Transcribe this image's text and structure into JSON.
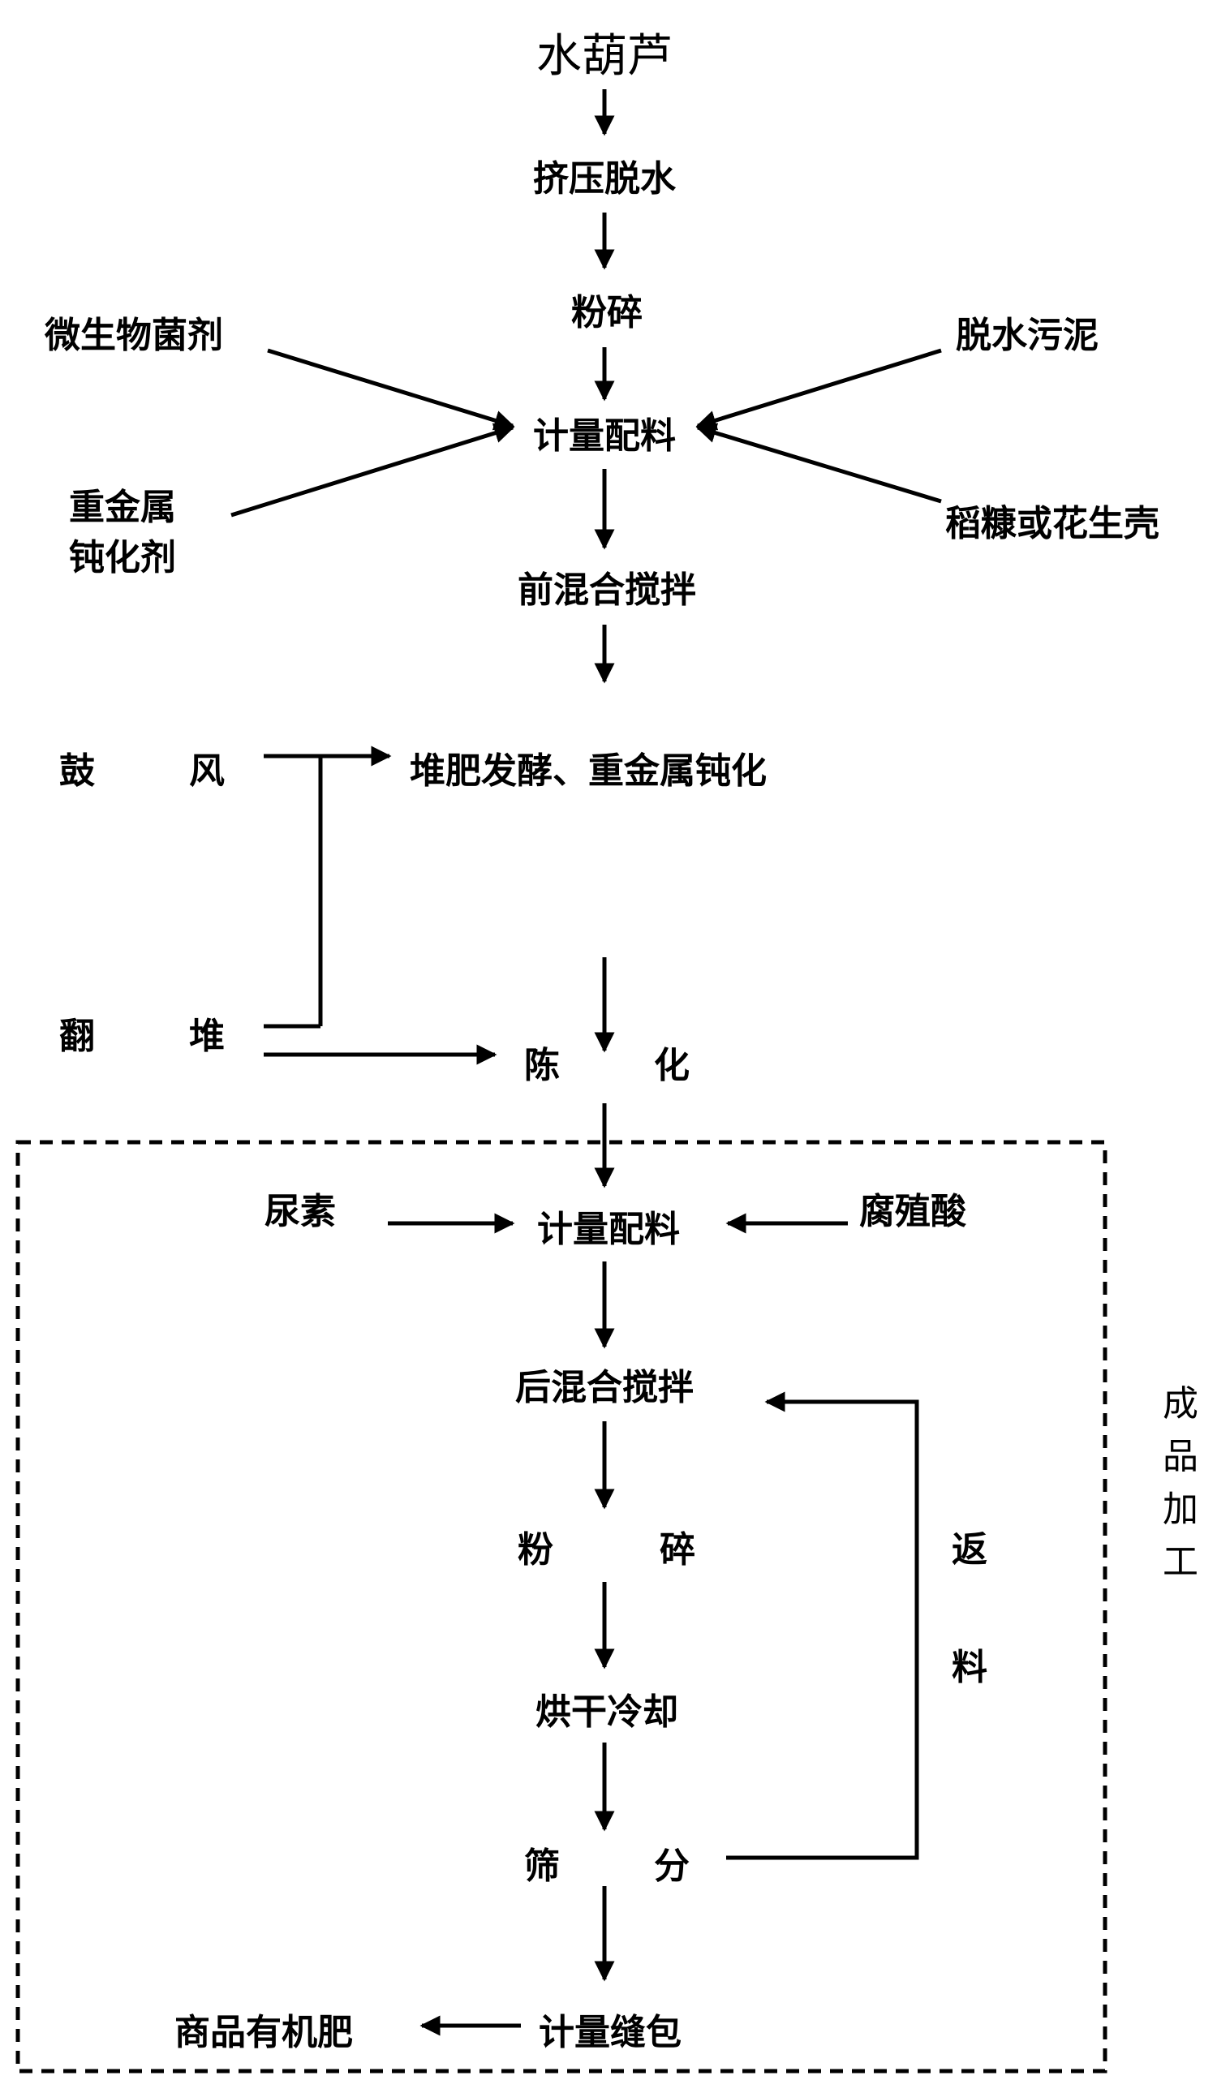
{
  "nodes": {
    "water_hyacinth": "水葫芦",
    "squeeze_dewater": "挤压脱水",
    "crush_1": "粉碎",
    "microbial_agent": "微生物菌剂",
    "dewatered_sludge": "脱水污泥",
    "metering_1": "计量配料",
    "heavy_metal_line1": "重金属",
    "heavy_metal_line2": "钝化剂",
    "rice_husk": "稻糠或花生壳",
    "pre_mixing": "前混合搅拌",
    "blower_1": "鼓",
    "blower_2": "风",
    "compost": "堆肥发酵、重金属钝化",
    "turning_1": "翻",
    "turning_2": "堆",
    "aging_1": "陈",
    "aging_2": "化",
    "urea": "尿素",
    "metering_2": "计量配料",
    "humic_acid": "腐殖酸",
    "post_mixing": "后混合搅拌",
    "crush_2a": "粉",
    "crush_2b": "碎",
    "return_1": "返",
    "return_2": "料",
    "dry_cool": "烘干冷却",
    "screen_1": "筛",
    "screen_2": "分",
    "product": "商品有机肥",
    "pack": "计量缝包"
  },
  "group_label": [
    "成",
    "品",
    "加",
    "工"
  ]
}
